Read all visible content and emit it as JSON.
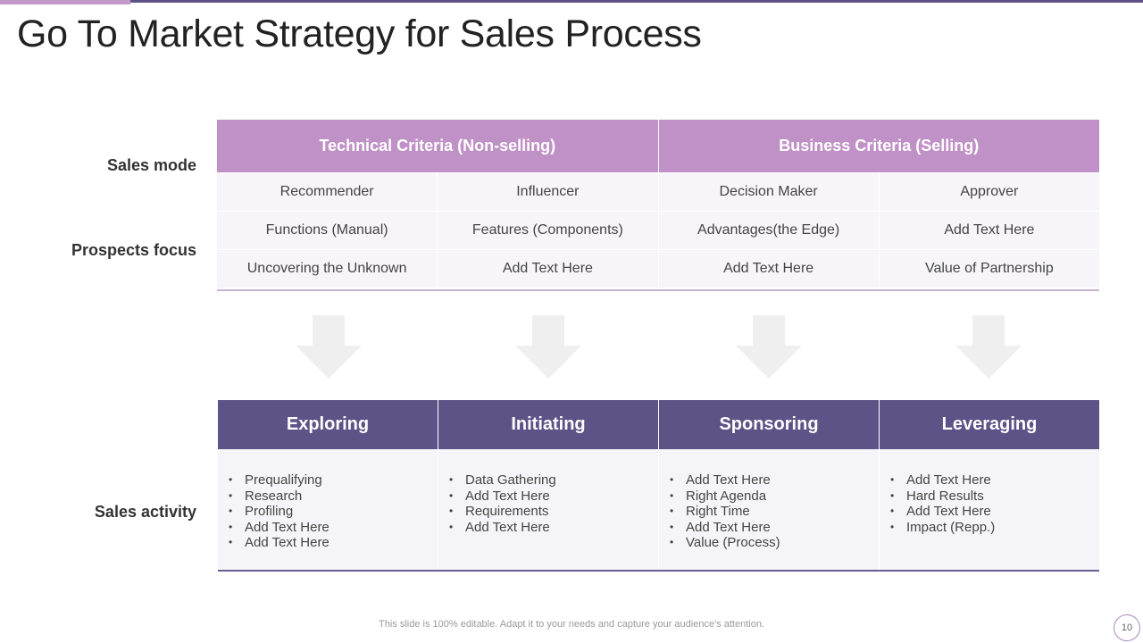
{
  "title": "Go To Market Strategy for Sales Process",
  "row_labels": {
    "sales_mode": "Sales mode",
    "prospects_focus": "Prospects focus",
    "sales_activity": "Sales activity"
  },
  "upper_table": {
    "headers": [
      "Technical Criteria (Non-selling)",
      "Business Criteria (Selling)"
    ],
    "rows": [
      [
        "Recommender",
        "Influencer",
        "Decision Maker",
        "Approver"
      ],
      [
        "Functions (Manual)",
        "Features (Components)",
        "Advantages(the Edge)",
        "Add Text Here"
      ],
      [
        "Uncovering the Unknown",
        "Add Text Here",
        "Add Text Here",
        "Value of Partnership"
      ]
    ]
  },
  "stages": [
    {
      "title": "Exploring",
      "items": [
        "Prequalifying",
        "Research",
        "Profiling",
        "Add Text Here",
        "Add Text Here"
      ]
    },
    {
      "title": "Initiating",
      "items": [
        "Data Gathering",
        "Add Text Here",
        "Requirements",
        "Add Text Here"
      ]
    },
    {
      "title": "Sponsoring",
      "items": [
        "Add Text Here",
        "Right Agenda",
        "Right Time",
        "Add Text Here",
        "Value (Process)"
      ]
    },
    {
      "title": "Leveraging",
      "items": [
        "Add Text Here",
        "Hard Results",
        "Add Text Here",
        "Impact (Repp.)"
      ]
    }
  ],
  "bullet_glyph": "•",
  "footer": "This slide is 100% editable. Adapt it to your needs and capture your audience's attention.",
  "page_number": "10",
  "colors": {
    "accent_purple": "#c091c6",
    "dark_purple": "#5e5387",
    "cell_bg": "#f7f5f9",
    "arrow": "#efefef"
  },
  "icons": [
    "down-arrow-icon"
  ]
}
